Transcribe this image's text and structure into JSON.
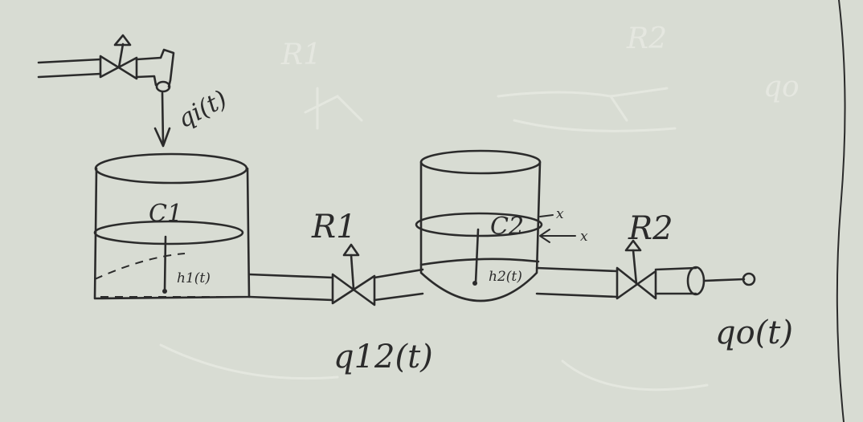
{
  "labels": {
    "qi": "qi(t)",
    "c1": "C1",
    "h1": "h1(t)",
    "r1": "R1",
    "q12": "q12(t)",
    "c2": "C2",
    "h2": "h2(t)",
    "r2": "R2",
    "qo": "qo(t)",
    "x_top": "x",
    "x_arrow": "x"
  },
  "colors": {
    "board": "#d8dcd3",
    "ink": "#2b2b2b"
  }
}
